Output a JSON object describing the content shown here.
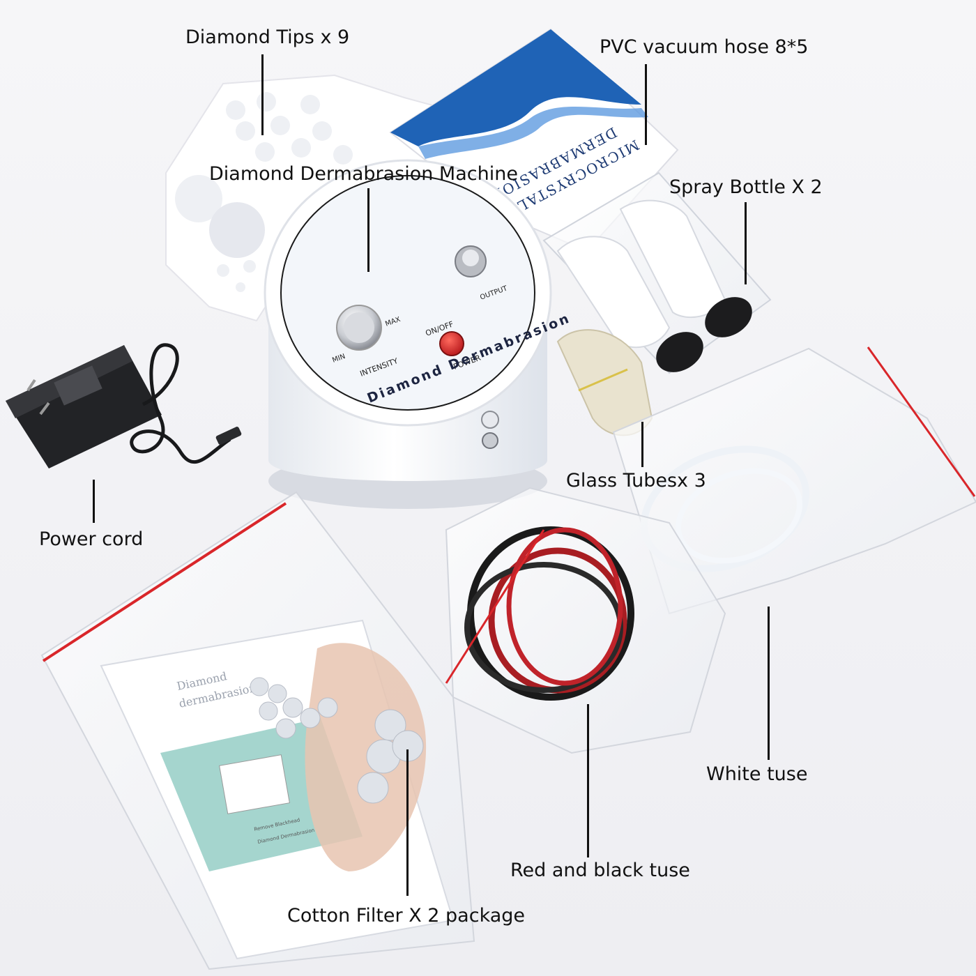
{
  "machine": {
    "brand_text": "Diamond Dermabrasion",
    "knob_min": "MIN",
    "knob_max": "MAX",
    "knob_label": "INTENSITY",
    "switch_label": "ON/OFF",
    "power_label": "POWER",
    "output_label": "OUTPUT"
  },
  "box": {
    "text_line1": "MICROCRYSTAL",
    "text_line2": "DERMABRASION"
  },
  "manual": {
    "title_line1": "Diamond",
    "title_line2": "dermabrasion",
    "bullet1": "Remove Blackhead",
    "bullet2": "Diamond Dermabrasion"
  },
  "labels": {
    "diamond_tips": "Diamond Tips x 9",
    "pvc_hose": "PVC vacuum hose 8*5",
    "machine": "Diamond Dermabrasion Machine",
    "spray_bottle": "Spray Bottle X 2",
    "glass_tubes": "Glass Tubesx 3",
    "power_cord": "Power cord",
    "white_tuse": "White tuse",
    "red_black_tuse": "Red and black tuse",
    "cotton_filter": "Cotton Filter X 2 package"
  },
  "colors": {
    "background": "#f4f4f6",
    "box_blue": "#1f63b6",
    "power_button": "#d52b2b",
    "bag_stripe": "#d9262a",
    "text": "#111111"
  }
}
